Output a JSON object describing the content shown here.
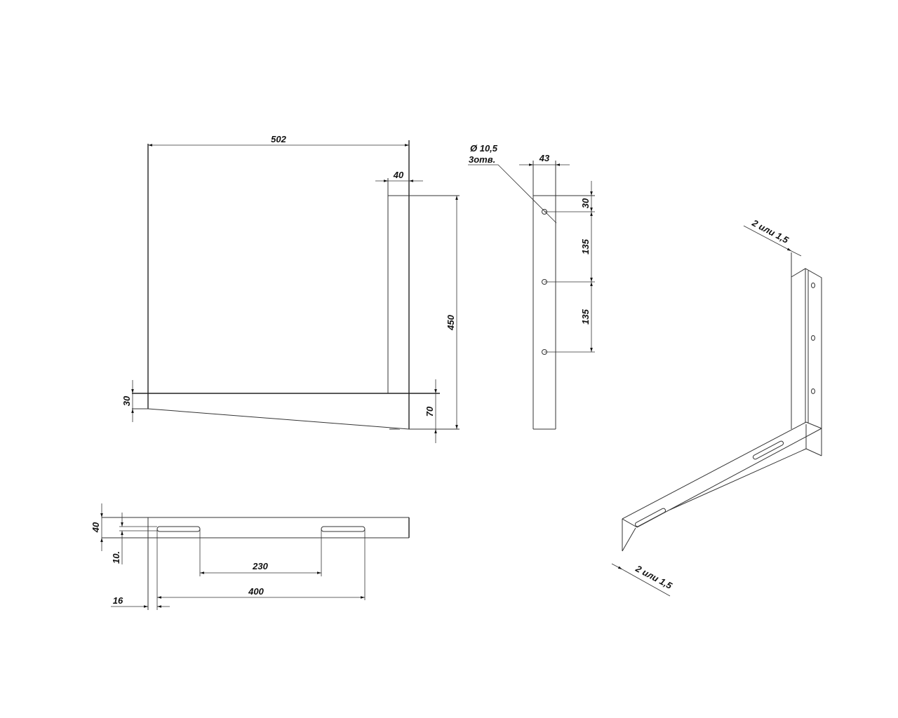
{
  "front_view": {
    "dims": {
      "width": "502",
      "post_width": "40",
      "height": "450",
      "arm_end": "30",
      "arm_root": "70"
    }
  },
  "side_view": {
    "dims": {
      "width": "43",
      "top_offset": "30",
      "spacing_1": "135",
      "spacing_2": "135"
    },
    "hole_note_1": "Ø 10,5",
    "hole_note_2": "3отв."
  },
  "top_view": {
    "dims": {
      "width": "40",
      "slot_width": "10.",
      "slot_gap": "230",
      "slot_span": "400",
      "offset": "16"
    }
  },
  "iso_view": {
    "thickness_top": "2 или 1,5",
    "thickness_bottom": "2 или 1,5"
  }
}
